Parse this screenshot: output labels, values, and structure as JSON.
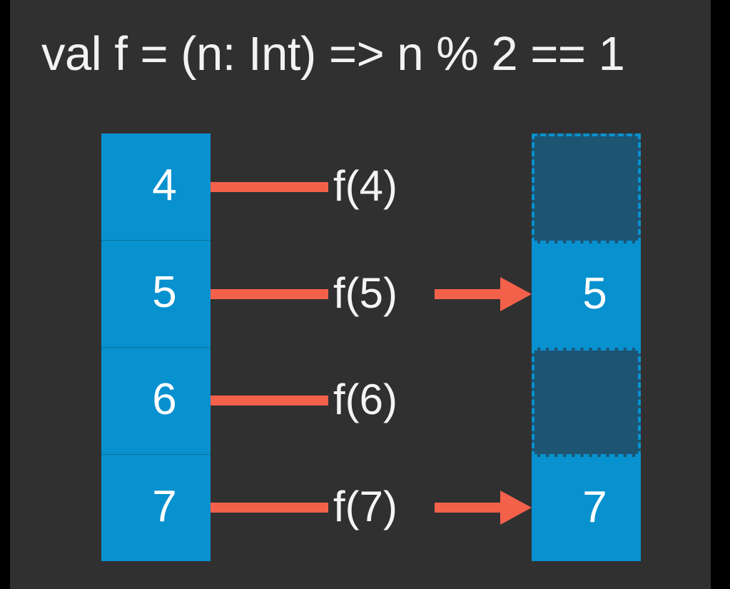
{
  "diagram": {
    "title": "val f = (n: Int) => n % 2 == 1",
    "kind": "filter-operation",
    "colors": {
      "background": "#000000",
      "panel": "#303030",
      "collection_blue": "#0891cf",
      "filtered_blue": "#1c5472",
      "arrow_orange": "#f4614b",
      "text": "#ffffff"
    },
    "input_column": {
      "name": "input-collection",
      "cells": [
        {
          "value": "4"
        },
        {
          "value": "5"
        },
        {
          "value": "6"
        },
        {
          "value": "7"
        }
      ]
    },
    "connections": [
      {
        "label": "f(4)",
        "result": "false",
        "has_arrow": false
      },
      {
        "label": "f(5)",
        "result": "true",
        "has_arrow": true
      },
      {
        "label": "f(6)",
        "result": "false",
        "has_arrow": false
      },
      {
        "label": "f(7)",
        "result": "true",
        "has_arrow": true
      }
    ],
    "output_column": {
      "name": "output-collection",
      "cells": [
        {
          "value": "",
          "state": "filtered"
        },
        {
          "value": "5",
          "state": "kept"
        },
        {
          "value": "",
          "state": "filtered"
        },
        {
          "value": "7",
          "state": "kept"
        }
      ]
    }
  }
}
